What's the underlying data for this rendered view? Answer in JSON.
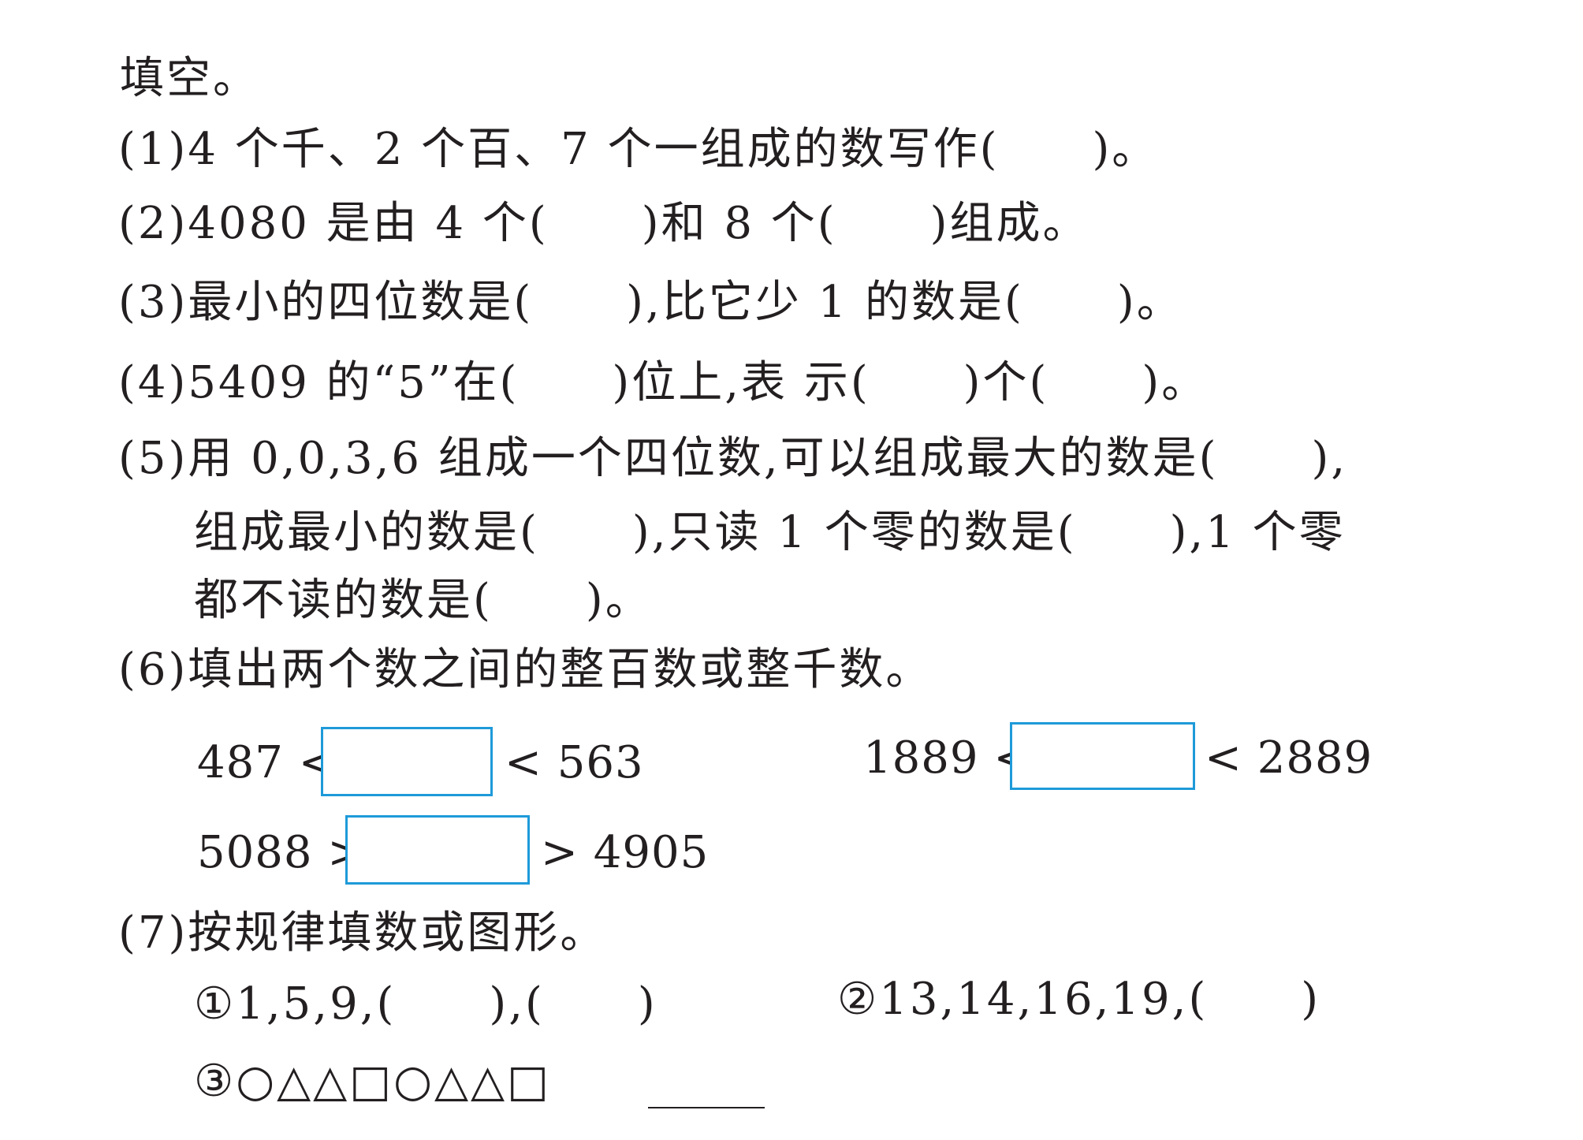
{
  "title": "填空。",
  "q1": "(1)4 个千、2 个百、7 个一组成的数写作(　　)。",
  "q2": "(2)4080 是由 4 个(　　)和 8 个(　　)组成。",
  "q3": "(3)最小的四位数是(　　),比它少 1 的数是(　　)。",
  "q4": "(4)5409 的“5”在(　　)位上,表 示(　　)个(　　)。",
  "q5": {
    "line1": "(5)用 0,0,3,6 组成一个四位数,可以组成最大的数是(　　),",
    "line2": "组成最小的数是(　　),只读 1 个零的数是(　　),1 个零",
    "line3": "都不读的数是(　　)。"
  },
  "q6": {
    "prompt": "(6)填出两个数之间的整百数或整千数。",
    "a_left": "487 <",
    "a_right": "< 563",
    "b_left": "1889 <",
    "b_right": "< 2889",
    "c_left": "5088 >",
    "c_right": "> 4905"
  },
  "q7": {
    "prompt": "(7)按规律填数或图形。",
    "part1": "①1,5,9,(　　),(　　)",
    "part2": "②13,14,16,19,(　　)",
    "part3": "③○△△□○△△□"
  },
  "colors": {
    "text": "#231f20",
    "box_border": "#1e9ad9"
  }
}
